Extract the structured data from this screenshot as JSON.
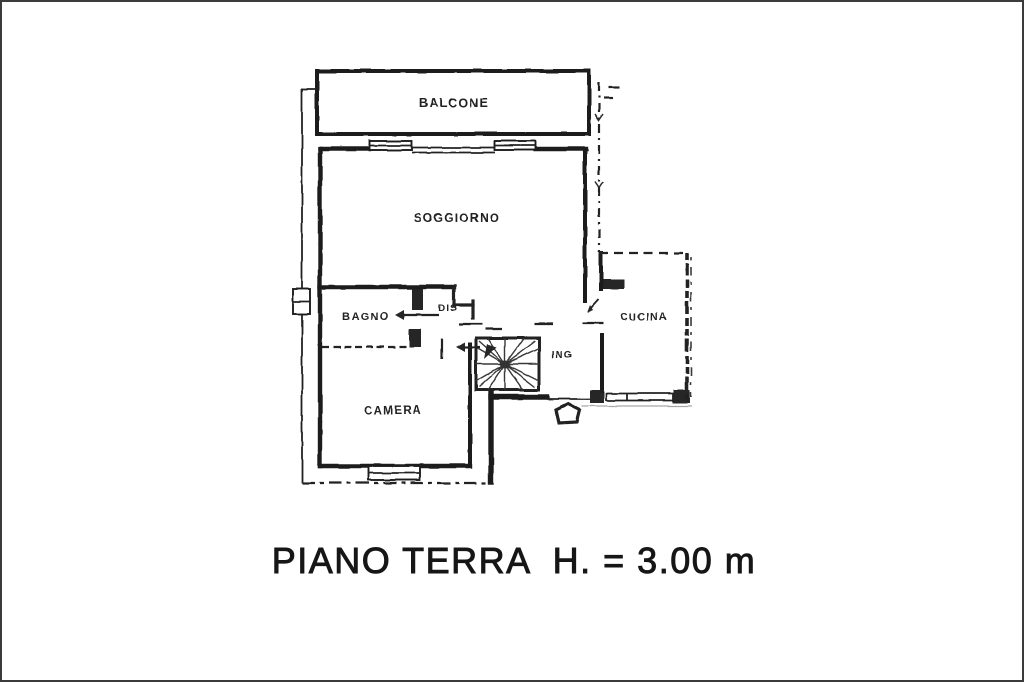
{
  "document": {
    "background_color": "#ffffff",
    "ink_color": "#1f1f1f",
    "frame_color": "#3b3b3b"
  },
  "plan": {
    "rooms": [
      {
        "id": "balcone",
        "label": "BALCONE"
      },
      {
        "id": "soggiorno",
        "label": "SOGGIORNO"
      },
      {
        "id": "bagno",
        "label": "BAGNO"
      },
      {
        "id": "dis",
        "label": "DIS"
      },
      {
        "id": "camera",
        "label": "CAMERA"
      },
      {
        "id": "ing",
        "label": "ING"
      },
      {
        "id": "cucina",
        "label": "CUCINA"
      }
    ]
  },
  "caption": {
    "text": "PIANO TERRA  H. = 3.00 m"
  }
}
